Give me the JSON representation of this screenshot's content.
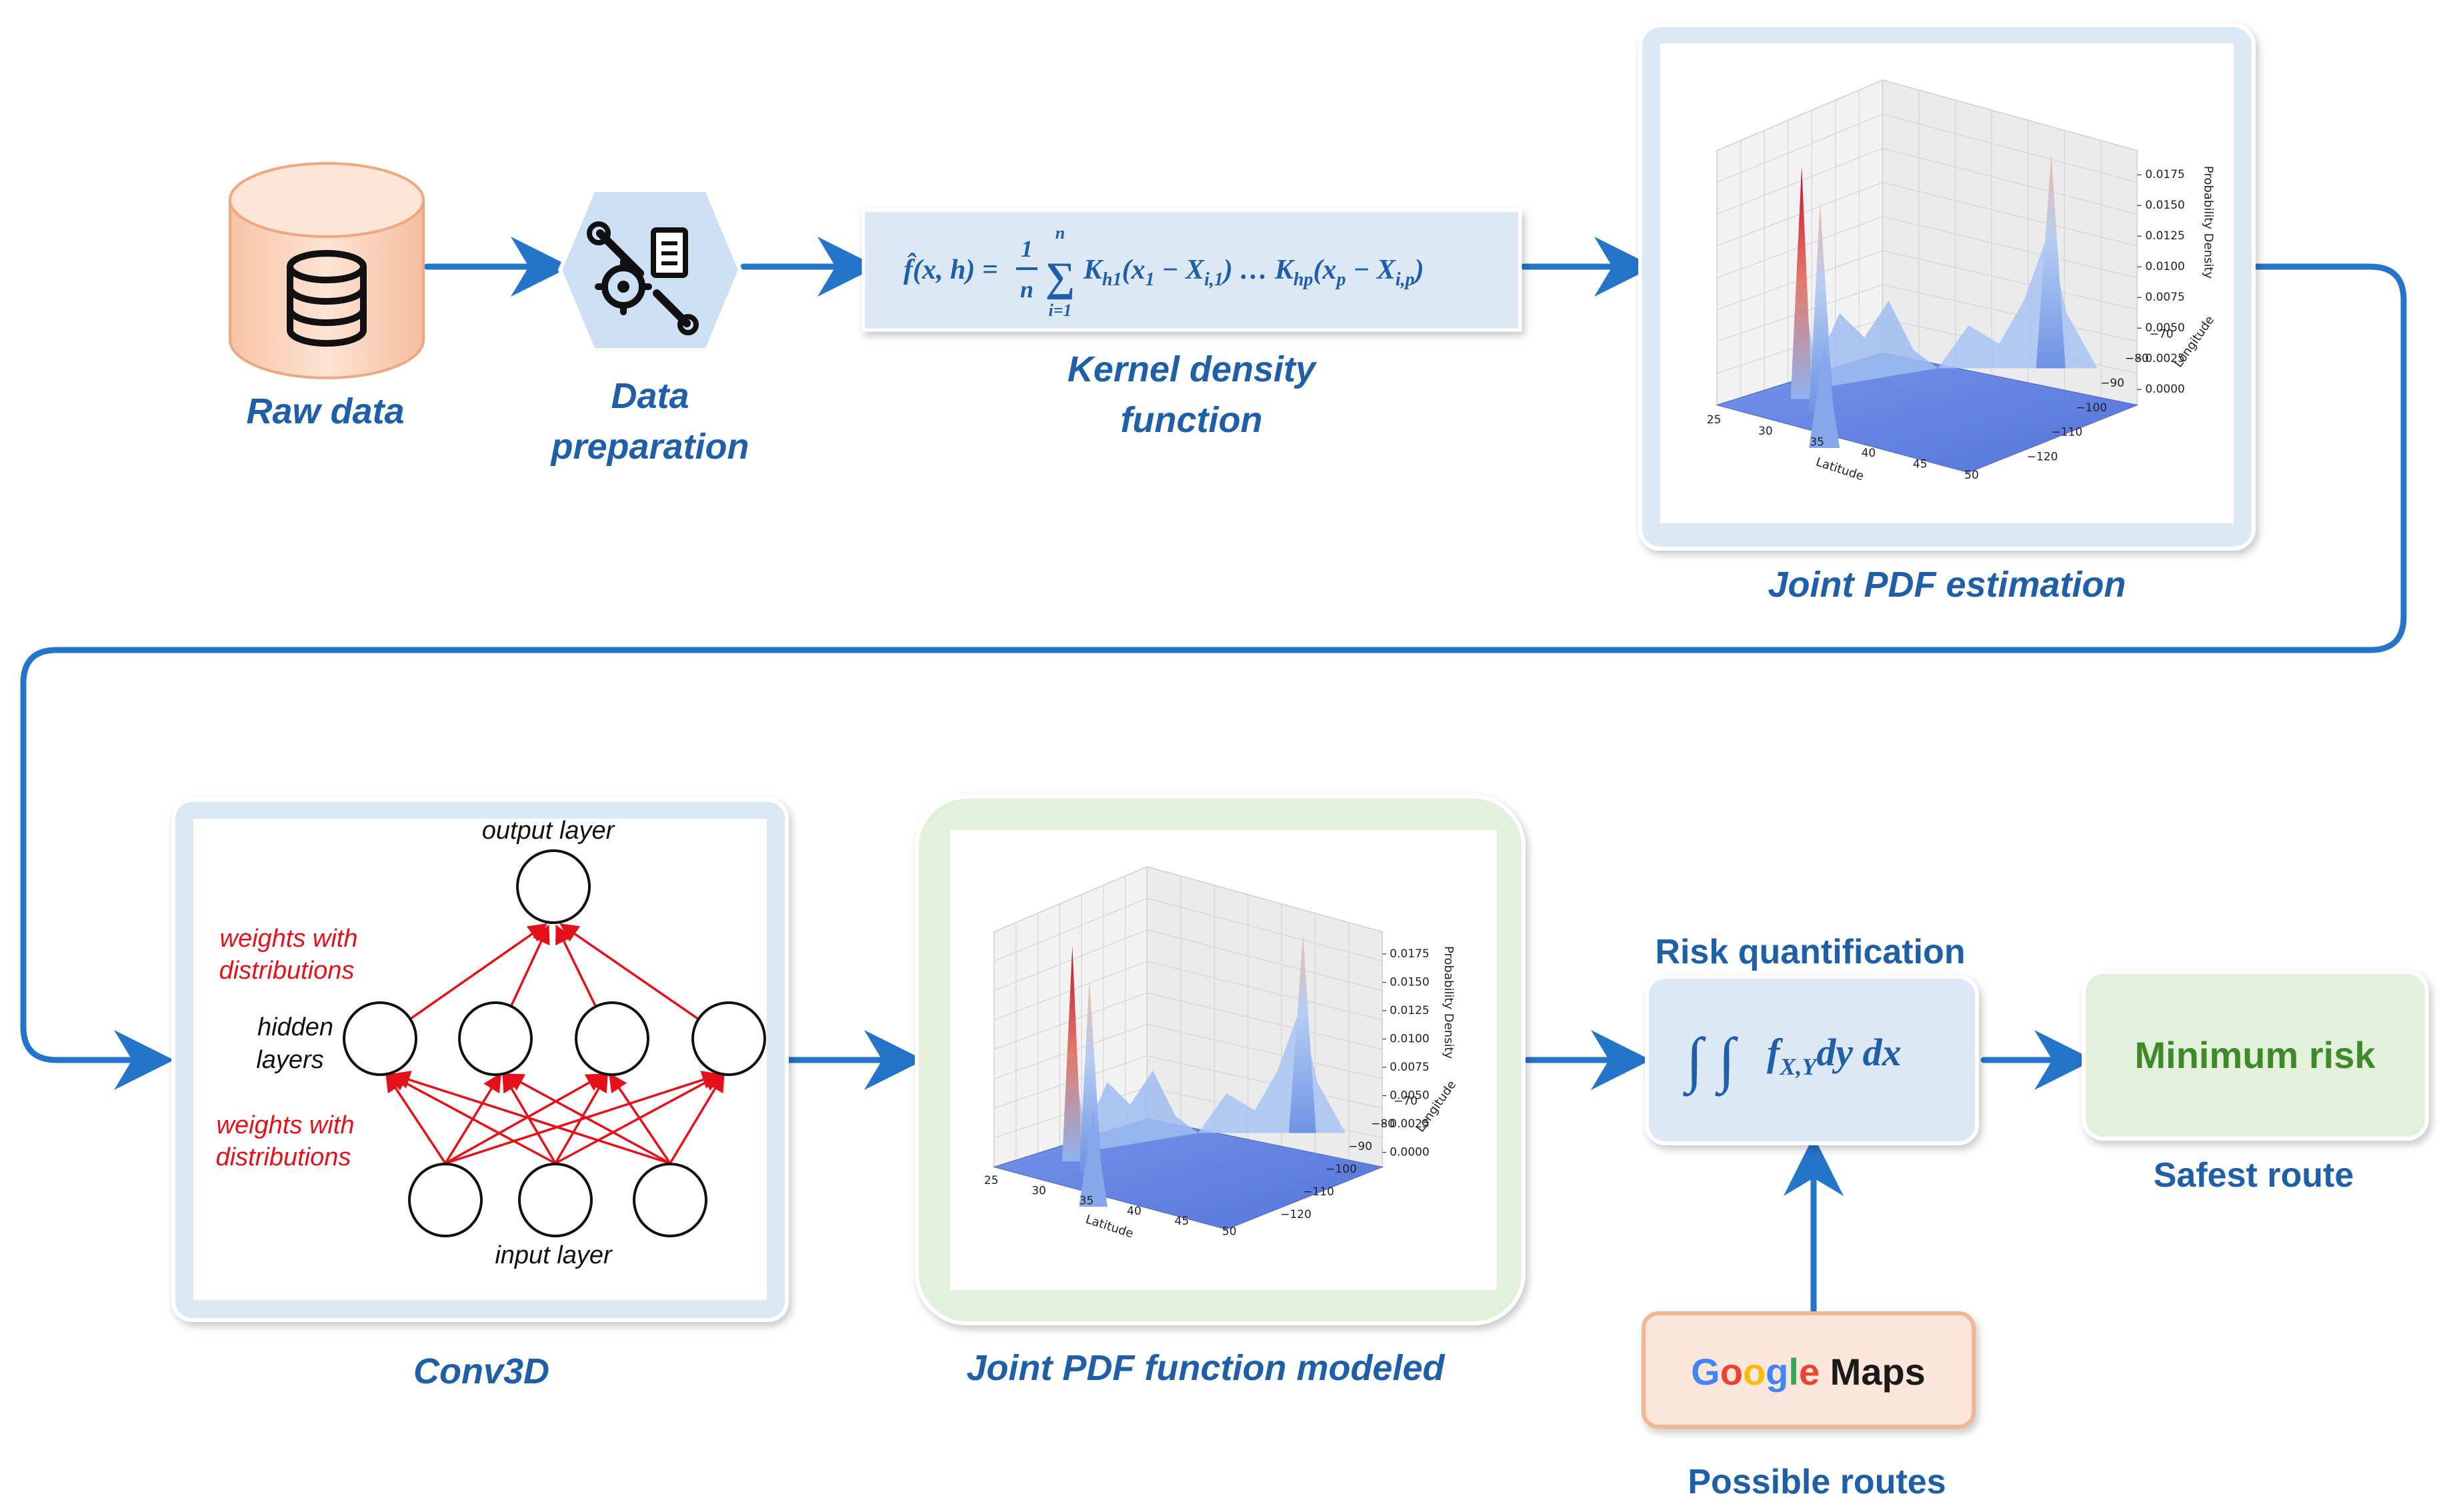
{
  "colors": {
    "arrow": "#2474c9",
    "label": "#1f5fa8",
    "panel_blue": "#dde8f5",
    "panel_green": "#e3f1dc",
    "cylinder": "#fbd7c4",
    "hexagon": "#cddff2",
    "red": "#e5111a",
    "min_risk_text": "#3e8a2a",
    "google_blue": "#4285F4",
    "google_red": "#EA4335",
    "google_yellow": "#FBBC05",
    "google_green": "#34A853"
  },
  "stages": {
    "raw_data": "Raw data",
    "data_prep_line1": "Data",
    "data_prep_line2": "preparation",
    "kde_line1": "Kernel density",
    "kde_line2": "function",
    "joint_pdf_estimation": "Joint PDF estimation",
    "conv3d": "Conv3D",
    "joint_pdf_modeled": "Joint PDF function modeled",
    "risk_quantification": "Risk quantification",
    "min_risk": "Minimum risk",
    "safest_route": "Safest route",
    "google_maps_word1": "Google",
    "google_maps_word2": "Maps",
    "possible_routes": "Possible routes"
  },
  "formulas": {
    "kde_lhs": "f̂(x, h) =",
    "kde_frac_num": "1",
    "kde_frac_den": "n",
    "kde_sum_top": "n",
    "kde_sum_bottom": "i=1",
    "kde_rhs": "K",
    "kde_k1_sub": "h1",
    "kde_term1": "(x",
    "kde_term1_sub": "1",
    "kde_term1_rest": " − X",
    "kde_term1_sub2": "i,1",
    "kde_term1_close": ")",
    "kde_dots": " … ",
    "kde_kp_sub": "hp",
    "kde_term2": "(x",
    "kde_term2_sub": "p",
    "kde_term2_rest": " − X",
    "kde_term2_sub2": "i,p",
    "kde_term2_close": ")",
    "risk_integrals": "∫ ∫",
    "risk_f": "f",
    "risk_f_sub": "X,Y",
    "risk_rest": "dy dx"
  },
  "network": {
    "output_layer": "output layer",
    "hidden_line1": "hidden",
    "hidden_line2": "layers",
    "input_layer": "input layer",
    "weights_top_line1": "weights with",
    "weights_top_line2": "distributions",
    "weights_bottom_line1": "weights with",
    "weights_bottom_line2": "distributions"
  },
  "plot_axes": {
    "xlabel": "Latitude",
    "ylabel": "Longitude",
    "zlabel": "Probability Density",
    "lat_ticks": [
      "25",
      "30",
      "35",
      "40",
      "45",
      "50"
    ],
    "lon_ticks": [
      "−70",
      "−80",
      "−90",
      "−100",
      "−110",
      "−120"
    ],
    "z_ticks": [
      "0.0175",
      "0.0150",
      "0.0125",
      "0.0100",
      "0.0075",
      "0.0050",
      "0.0025",
      "0.0000"
    ]
  }
}
